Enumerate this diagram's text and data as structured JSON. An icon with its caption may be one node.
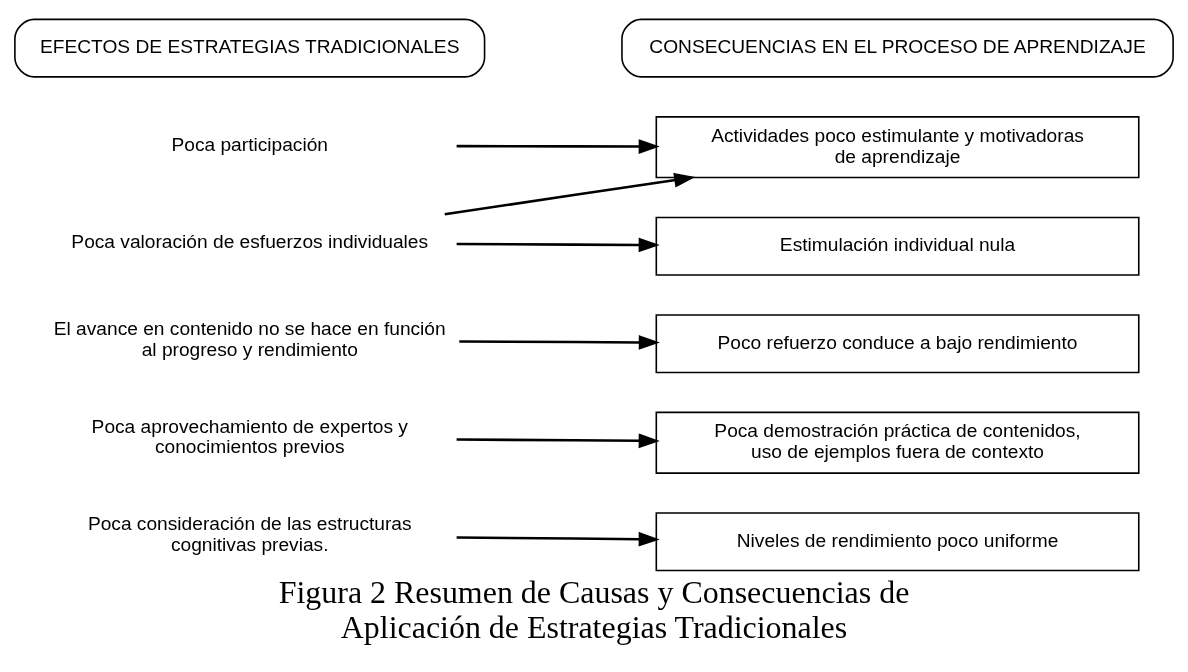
{
  "diagram": {
    "caption": "Figura 2 Resumen de Causas y Consecuencias de Aplicación de Estrategias Tradicionales",
    "nodes": [
      {
        "text": [
          "EFECTOS DE ESTRATEGIAS TRADICIONALES"
        ]
      },
      {
        "text": [
          "CONSECUENCIAS EN EL PROCESO DE APRENDIZAJE"
        ]
      },
      {
        "text": [
          "Poca participación"
        ]
      },
      {
        "text": [
          "Poca valoración de esfuerzos individuales"
        ]
      },
      {
        "text": [
          "El avance en contenido no se hace en función al progreso y rendimiento"
        ]
      },
      {
        "text": [
          "Poca aprovechamiento de expertos y conocimientos previos"
        ]
      },
      {
        "text": [
          "Poca consideración de las estructuras cognitivas previas."
        ]
      },
      {
        "text": [
          "Actividades poco estimulante y motivadoras de aprendizaje"
        ]
      },
      {
        "text": [
          "Estimulación individual nula"
        ]
      },
      {
        "text": [
          "Poco refuerzo conduce a bajo rendimiento"
        ]
      },
      {
        "text": [
          "Poca demostración práctica de contenidos, uso de ejemplos fuera de contexto"
        ]
      },
      {
        "text": [
          "Niveles de rendimiento poco uniforme"
        ]
      }
    ],
    "edges": [
      {
        "from": 2,
        "to": 7,
        "arrow": "to"
      },
      {
        "from": 3,
        "to": 7,
        "arrow": "to"
      },
      {
        "from": 3,
        "to": 8,
        "arrow": "to"
      },
      {
        "from": 4,
        "to": 9,
        "arrow": "to"
      },
      {
        "from": 5,
        "to": 10,
        "arrow": "to"
      },
      {
        "from": 6,
        "to": 11,
        "arrow": "to"
      }
    ]
  }
}
